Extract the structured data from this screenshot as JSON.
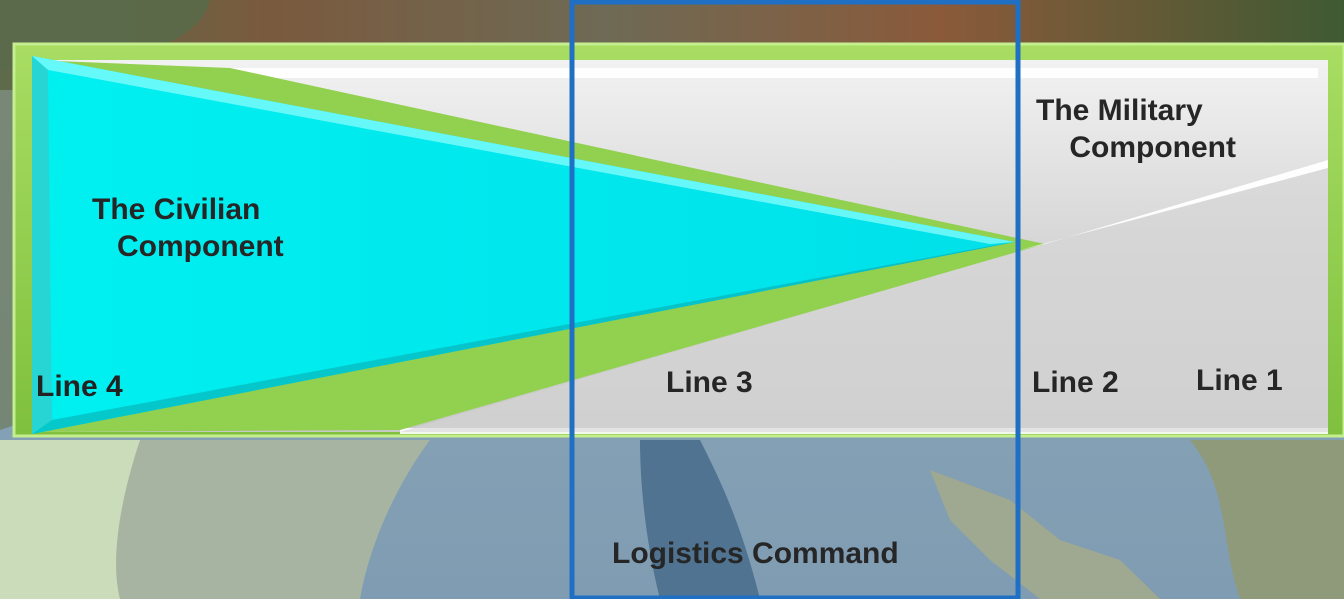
{
  "diagram": {
    "civilian_component": "The Civilian\n   Component",
    "military_component": "The Military\n    Component",
    "lines": {
      "line4": "Line 4",
      "line3": "Line 3",
      "line2": "Line 2",
      "line1": "Line 1"
    },
    "logistics_command": "Logistics Command"
  },
  "colors": {
    "civilian_fill": "#00f5f5",
    "band_green": "#92d050",
    "panel_gray": "#d9d9d9",
    "highlight_border": "#1f6fc4"
  }
}
